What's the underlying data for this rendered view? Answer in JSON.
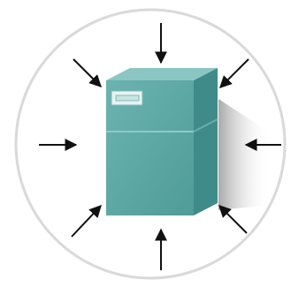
{
  "diagram": {
    "arrow_directions": [
      "from-top",
      "from-top-right",
      "from-right",
      "from-bottom-right",
      "from-bottom",
      "from-bottom-left",
      "from-left",
      "from-top-left"
    ]
  },
  "colors": {
    "background": "#ffffff",
    "circle_fill": "#ffffff",
    "circle_stroke": "#d9d9d9",
    "device_front": "#5ba7a4",
    "device_top": "#8cc6c3",
    "device_side": "#3e8b89",
    "device_seam": "#8fc9c6",
    "label_fill": "#e8f3f2",
    "arrow": "#111111",
    "shadow": "#bfbfbf"
  }
}
